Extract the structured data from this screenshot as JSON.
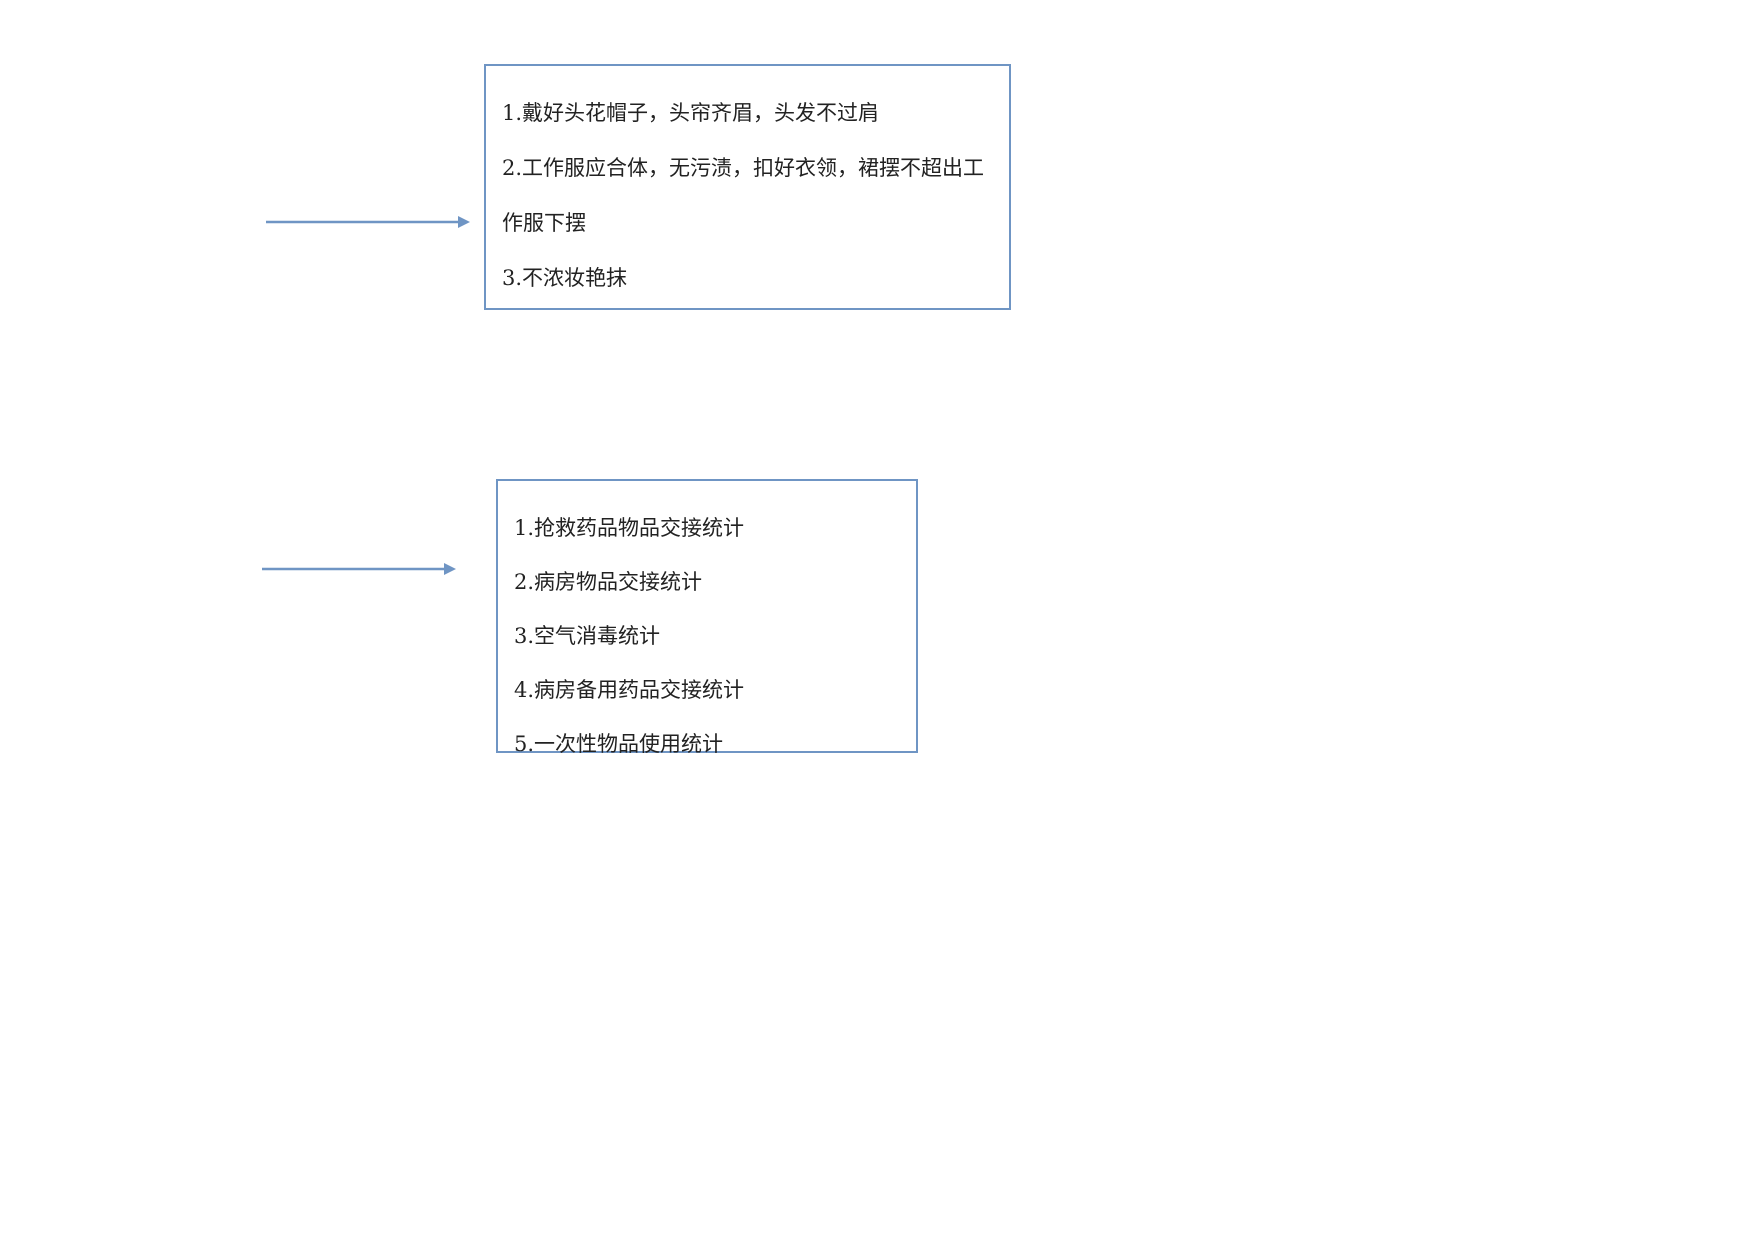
{
  "colors": {
    "box_border": "#6f95c4",
    "arrow": "#6f95c4",
    "text": "#222222"
  },
  "boxes": [
    {
      "lines": [
        "1.戴好头花帽子，头帘齐眉，头发不过肩",
        "2.工作服应合体，无污渍，扣好衣领，裙摆不超出工",
        "作服下摆",
        "3.不浓妆艳抹"
      ]
    },
    {
      "lines": [
        "1.抢救药品物品交接统计",
        "2.病房物品交接统计",
        "3.空气消毒统计",
        "4.病房备用药品交接统计",
        "5.一次性物品使用统计"
      ]
    }
  ]
}
